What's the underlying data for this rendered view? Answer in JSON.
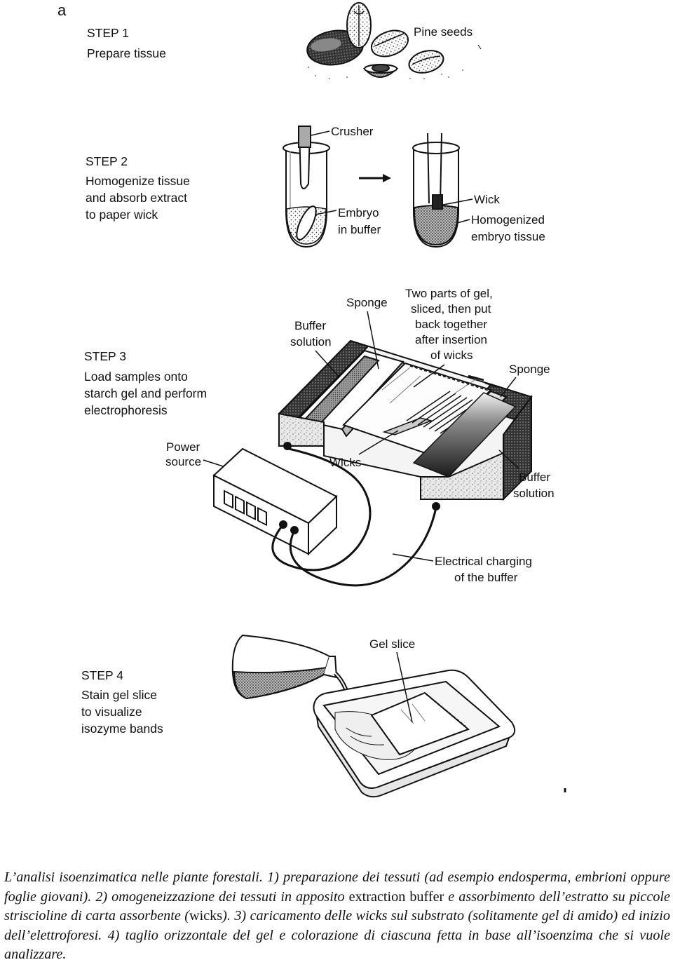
{
  "panel_label": "a",
  "steps": [
    {
      "number": "STEP 1",
      "lines": [
        "Prepare tissue"
      ]
    },
    {
      "number": "STEP 2",
      "lines": [
        "Homogenize tissue",
        "and absorb extract",
        "to paper wick"
      ]
    },
    {
      "number": "STEP 3",
      "lines": [
        "Load samples onto",
        "starch gel and perform",
        "electrophoresis"
      ]
    },
    {
      "number": "STEP 4",
      "lines": [
        "Stain gel slice",
        "to visualize",
        "isozyme bands"
      ]
    }
  ],
  "labels": {
    "pine_seeds": "Pine seeds",
    "crusher": "Crusher",
    "embryo_in_buffer": [
      "Embryo",
      "in buffer"
    ],
    "wick": "Wick",
    "homogenized_tissue": [
      "Homogenized",
      "embryo tissue"
    ],
    "sponge_top": "Sponge",
    "buffer_solution_left": [
      "Buffer",
      "solution"
    ],
    "two_parts_gel": [
      "Two parts of gel,",
      "sliced, then put",
      "back together",
      "after insertion",
      "of wicks"
    ],
    "sponge_right": "Sponge",
    "power_source": [
      "Power",
      "source"
    ],
    "wicks": "Wicks",
    "buffer_solution_right": [
      "Buffer",
      "solution"
    ],
    "electrical_charging": [
      "Electrical charging",
      "of the buffer"
    ],
    "gel_slice": "Gel slice"
  },
  "caption": {
    "p1": "L’analisi isoenzimatica nelle piante forestali. 1) preparazione dei tessuti (ad esempio endosperma, embrioni oppure foglie giovani). 2) omogeneizzazione dei tessuti in apposito ",
    "p2": "extraction buffer",
    "p3": " e assorbimento dell’estratto su piccole striscioline di carta assorbente (",
    "p4": "wicks",
    "p5": "). 3) caricamento delle ",
    "p6": "wicks",
    "p7": " sul substrato (solitamente gel di amido) ed inizio dell’elettroforesi. 4) taglio orizzontale del gel e colorazione di ciascuna fetta in base all’isoenzima che si vuole analizzare."
  }
}
